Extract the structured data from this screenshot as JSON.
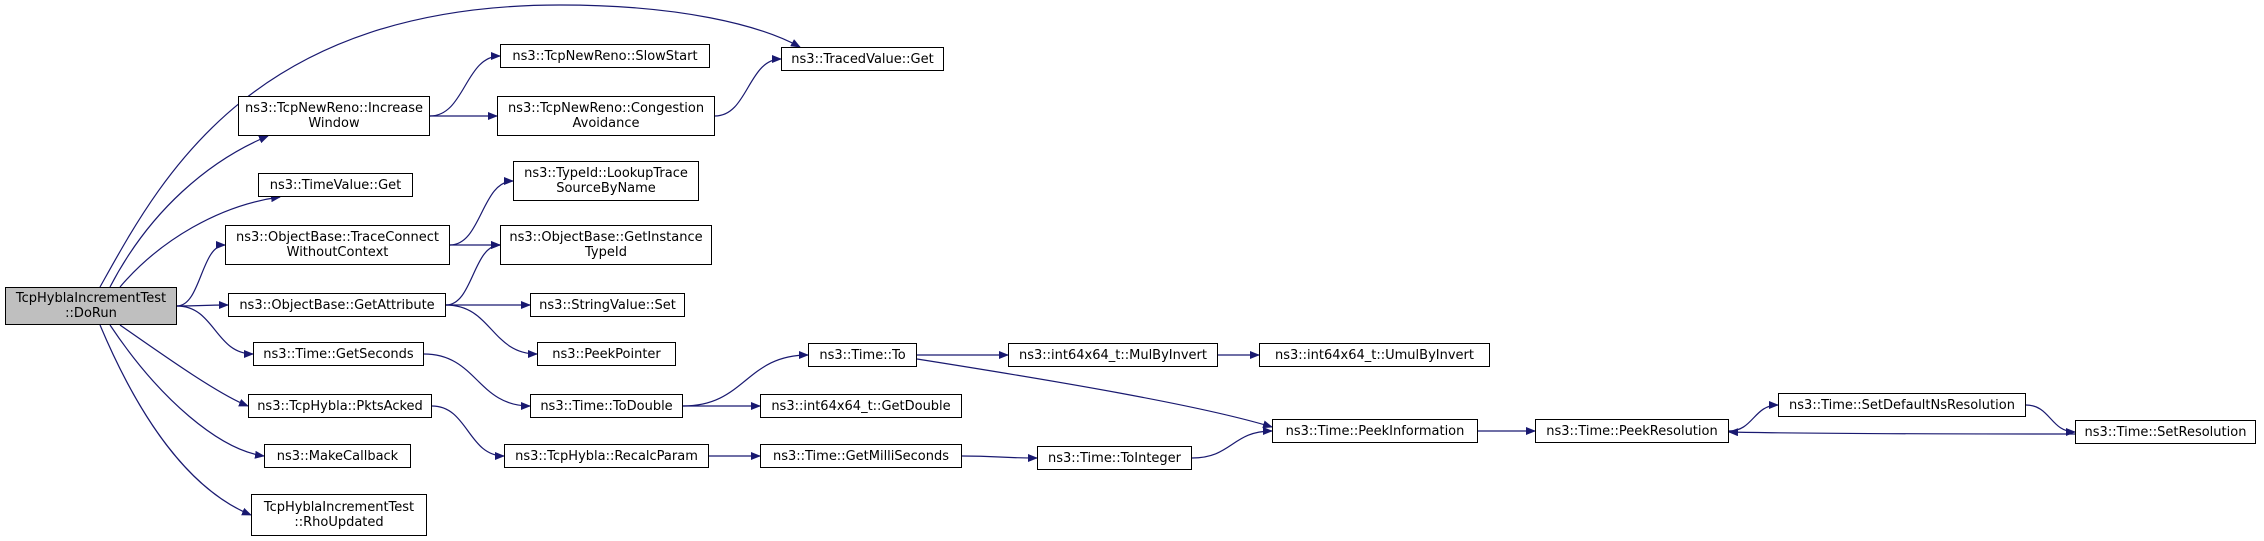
{
  "graph": {
    "root": "tcphybla-dorun",
    "colors": {
      "edge": "#191970",
      "root_fill": "#bfbfbf",
      "node_fill": "#ffffff",
      "border": "#000000"
    },
    "nodes": [
      {
        "id": "tcphybla-dorun",
        "lines": [
          "TcpHyblaIncrementTest",
          "::DoRun"
        ]
      },
      {
        "id": "tracedvalue-get",
        "lines": [
          "ns3::TracedValue::Get"
        ]
      },
      {
        "id": "tcpnewreno-increasewindow",
        "lines": [
          "ns3::TcpNewReno::Increase",
          "Window"
        ]
      },
      {
        "id": "tcpnewreno-slowstart",
        "lines": [
          "ns3::TcpNewReno::SlowStart"
        ]
      },
      {
        "id": "tcpnewreno-congestionavoidance",
        "lines": [
          "ns3::TcpNewReno::Congestion",
          "Avoidance"
        ]
      },
      {
        "id": "timevalue-get",
        "lines": [
          "ns3::TimeValue::Get"
        ]
      },
      {
        "id": "objectbase-traceconnect",
        "lines": [
          "ns3::ObjectBase::TraceConnect",
          "WithoutContext"
        ]
      },
      {
        "id": "typeid-lookuptrace",
        "lines": [
          "ns3::TypeId::LookupTrace",
          "SourceByName"
        ]
      },
      {
        "id": "objectbase-getinstancetypeid",
        "lines": [
          "ns3::ObjectBase::GetInstance",
          "TypeId"
        ]
      },
      {
        "id": "objectbase-getattribute",
        "lines": [
          "ns3::ObjectBase::GetAttribute"
        ]
      },
      {
        "id": "stringvalue-set",
        "lines": [
          "ns3::StringValue::Set"
        ]
      },
      {
        "id": "peekpointer",
        "lines": [
          "ns3::PeekPointer"
        ]
      },
      {
        "id": "time-getseconds",
        "lines": [
          "ns3::Time::GetSeconds"
        ]
      },
      {
        "id": "time-to",
        "lines": [
          "ns3::Time::To"
        ]
      },
      {
        "id": "int64x64-mulbyinvert",
        "lines": [
          "ns3::int64x64_t::MulByInvert"
        ]
      },
      {
        "id": "int64x64-umulbyinvert",
        "lines": [
          "ns3::int64x64_t::UmulByInvert"
        ]
      },
      {
        "id": "time-todouble",
        "lines": [
          "ns3::Time::ToDouble"
        ]
      },
      {
        "id": "int64x64-getdouble",
        "lines": [
          "ns3::int64x64_t::GetDouble"
        ]
      },
      {
        "id": "tcphybla-pktsacked",
        "lines": [
          "ns3::TcpHybla::PktsAcked"
        ]
      },
      {
        "id": "time-peekinformation",
        "lines": [
          "ns3::Time::PeekInformation"
        ]
      },
      {
        "id": "time-peekresolution",
        "lines": [
          "ns3::Time::PeekResolution"
        ]
      },
      {
        "id": "time-setdefaultnsresolution",
        "lines": [
          "ns3::Time::SetDefaultNsResolution"
        ]
      },
      {
        "id": "time-setresolution",
        "lines": [
          "ns3::Time::SetResolution"
        ]
      },
      {
        "id": "makecallback",
        "lines": [
          "ns3::MakeCallback"
        ]
      },
      {
        "id": "tcphybla-recalcparam",
        "lines": [
          "ns3::TcpHybla::RecalcParam"
        ]
      },
      {
        "id": "time-getmilliseconds",
        "lines": [
          "ns3::Time::GetMilliSeconds"
        ]
      },
      {
        "id": "time-tointeger",
        "lines": [
          "ns3::Time::ToInteger"
        ]
      },
      {
        "id": "tcphybla-rhoupdated",
        "lines": [
          "TcpHyblaIncrementTest",
          "::RhoUpdated"
        ]
      }
    ],
    "edges": [
      [
        "tcphybla-dorun",
        "tracedvalue-get"
      ],
      [
        "tcphybla-dorun",
        "tcpnewreno-increasewindow"
      ],
      [
        "tcphybla-dorun",
        "timevalue-get"
      ],
      [
        "tcphybla-dorun",
        "objectbase-traceconnect"
      ],
      [
        "tcphybla-dorun",
        "objectbase-getattribute"
      ],
      [
        "tcphybla-dorun",
        "time-getseconds"
      ],
      [
        "tcphybla-dorun",
        "tcphybla-pktsacked"
      ],
      [
        "tcphybla-dorun",
        "makecallback"
      ],
      [
        "tcphybla-dorun",
        "tcphybla-rhoupdated"
      ],
      [
        "tcpnewreno-increasewindow",
        "tcpnewreno-slowstart"
      ],
      [
        "tcpnewreno-increasewindow",
        "tcpnewreno-congestionavoidance"
      ],
      [
        "tcpnewreno-congestionavoidance",
        "tracedvalue-get"
      ],
      [
        "objectbase-traceconnect",
        "typeid-lookuptrace"
      ],
      [
        "objectbase-traceconnect",
        "objectbase-getinstancetypeid"
      ],
      [
        "objectbase-getattribute",
        "objectbase-getinstancetypeid"
      ],
      [
        "objectbase-getattribute",
        "stringvalue-set"
      ],
      [
        "objectbase-getattribute",
        "peekpointer"
      ],
      [
        "time-getseconds",
        "time-todouble"
      ],
      [
        "time-todouble",
        "time-to"
      ],
      [
        "time-todouble",
        "int64x64-getdouble"
      ],
      [
        "time-to",
        "int64x64-mulbyinvert"
      ],
      [
        "time-to",
        "time-peekinformation"
      ],
      [
        "int64x64-mulbyinvert",
        "int64x64-umulbyinvert"
      ],
      [
        "tcphybla-pktsacked",
        "tcphybla-recalcparam"
      ],
      [
        "tcphybla-recalcparam",
        "time-getmilliseconds"
      ],
      [
        "time-getmilliseconds",
        "time-tointeger"
      ],
      [
        "time-tointeger",
        "time-peekinformation"
      ],
      [
        "time-peekinformation",
        "time-peekresolution"
      ],
      [
        "time-peekresolution",
        "time-setdefaultnsresolution"
      ],
      [
        "time-setdefaultnsresolution",
        "time-setresolution"
      ],
      [
        "time-setresolution",
        "time-peekresolution"
      ]
    ]
  }
}
